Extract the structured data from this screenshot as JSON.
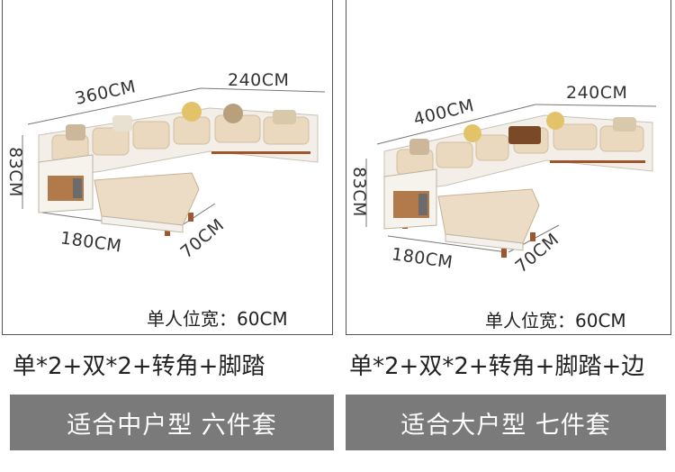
{
  "left": {
    "dims": {
      "length_a": "360CM",
      "length_b": "240CM",
      "height": "83CM",
      "depth_a": "180CM",
      "depth_b": "70CM"
    },
    "seat_width": "单人位宽：60CM",
    "combo": "单*2+双*2+转角+脚踏",
    "fit": "适合中户型 六件套"
  },
  "right": {
    "dims": {
      "length_a": "400CM",
      "length_b": "240CM",
      "height": "83CM",
      "depth_a": "180CM",
      "depth_b": "70CM"
    },
    "seat_width": "单人位宽：60CM",
    "combo": "单*2+双*2+转角+脚踏+边",
    "fit": "适合大户型 七件套"
  },
  "colors": {
    "bar": "#7a7a7a",
    "border": "#555555",
    "sofa_fabric": "#ecdcc6",
    "sofa_leather": "#f4f1ec",
    "wood": "#a0562a"
  }
}
